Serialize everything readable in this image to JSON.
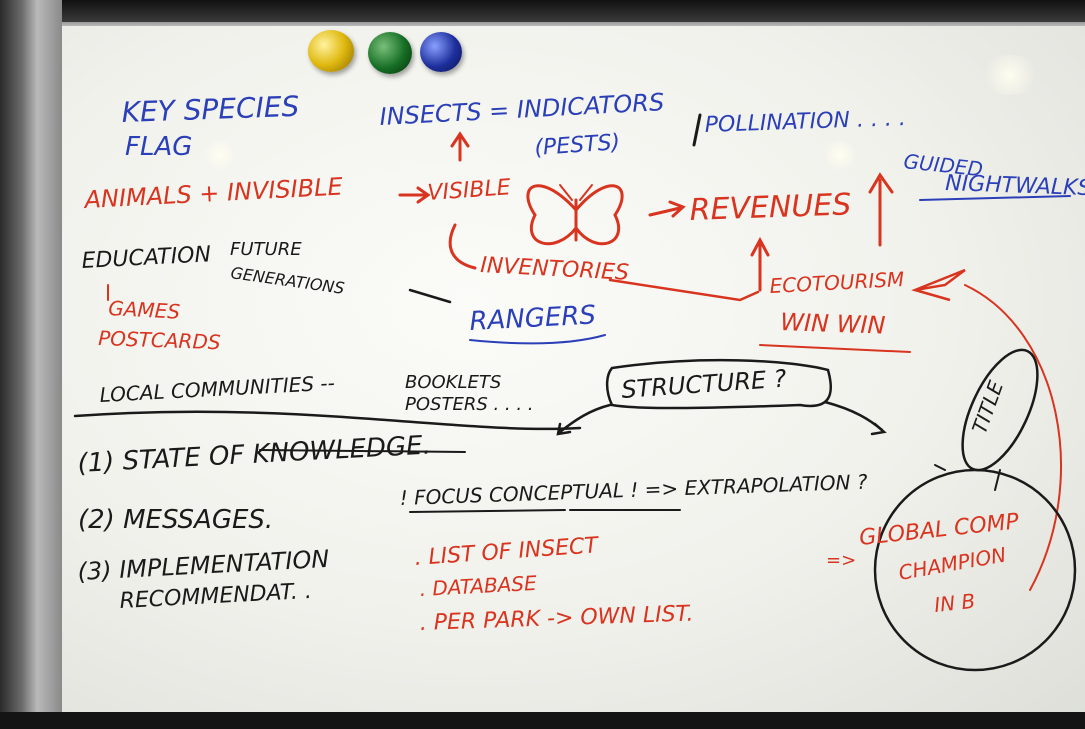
{
  "board": {
    "key_species": "KEY SPECIES",
    "flag": "FLAG",
    "insects": "INSECTS = INDICATORS",
    "pests": "(PESTS)",
    "pollination": "POLLINATION . . . .",
    "guided": "GUIDED",
    "nightwalks": "NIGHTWALKS",
    "animals_invisible": "ANIMALS + INVISIBLE",
    "visible": "VISIBLE",
    "revenues": "REVENUES",
    "education": "EDUCATION",
    "future": "FUTURE",
    "generations": "GENERATIONS",
    "inventories": "INVENTORIES",
    "ecotourism": "ECOTOURISM",
    "win_win": "WIN WIN",
    "games": "GAMES",
    "postcards": "POSTCARDS",
    "rangers": "RANGERS",
    "local_communities": "LOCAL COMMUNITIES --",
    "booklets": "BOOKLETS",
    "posters": "POSTERS . . . .",
    "structure": "STRUCTURE ?",
    "title": "TITLE",
    "state_of_knowledge": "(1) STATE OF KNOWLEDGE.",
    "messages": "(2) MESSAGES.",
    "focus": "! FOCUS   CONCEPTUAL ! => EXTRAPOLATION ?",
    "implementation": "(3) IMPLEMENTATION",
    "recommendations": "RECOMMENDAT. .",
    "list_of_insects": ". LIST OF INSECT",
    "database": ". DATABASE",
    "per_park": ". PER PARK -> OWN LIST.",
    "arrow_eq": "=>",
    "global_comp": "GLOBAL COMP",
    "champion": "CHAMPION",
    "in_b": "IN B"
  },
  "magnets": [
    "yellow",
    "green",
    "blue"
  ]
}
